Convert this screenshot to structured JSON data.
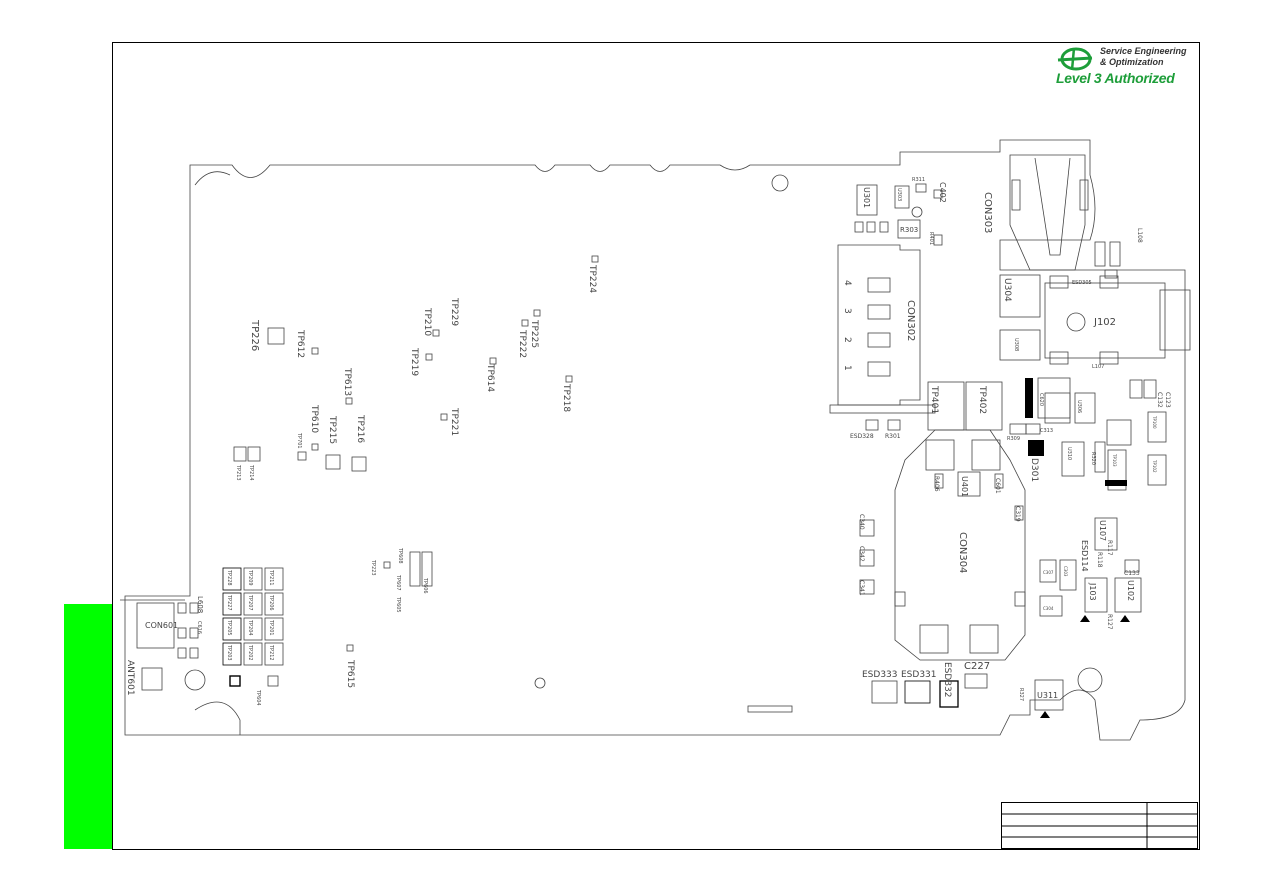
{
  "logo": {
    "line1": "Service Engineering",
    "line2": "& Optimization",
    "line3": "Level 3 Authorized",
    "color": "#1e9e3a"
  },
  "accent_color": "#00ff00",
  "labels": {
    "con601": "CON601",
    "ant601": "ANT601",
    "l608": "L608",
    "c616": "C616",
    "tp226": "TP226",
    "tp612": "TP612",
    "tp210": "TP210",
    "tp229": "TP229",
    "tp219": "TP219",
    "tp225": "TP225",
    "tp222": "TP222",
    "tp224": "TP224",
    "tp614": "TP614",
    "tp218": "TP218",
    "tp221": "TP221",
    "tp613": "TP613",
    "tp216": "TP216",
    "tp610": "TP610",
    "tp215": "TP215",
    "tp701": "TP701",
    "tp214": "TP214",
    "tp213": "TP213",
    "tp223": "TP223",
    "tp608": "TP608",
    "tp606": "TP606",
    "tp607": "TP607",
    "tp605": "TP605",
    "tp615": "TP615",
    "tp604": "TP604",
    "tp211": "TP211",
    "tp209": "TP209",
    "tp206": "TP206",
    "tp207": "TP207",
    "tp202": "TP202",
    "tp201": "TP201",
    "tp204": "TP204",
    "tp205": "TP205",
    "tp212": "TP212",
    "tp203": "TP203",
    "tp227": "TP227",
    "tp228": "TP228",
    "tp401": "TP401",
    "tp402": "TP402",
    "con302": "CON302",
    "con302_pins": [
      "4",
      "3",
      "2",
      "1"
    ],
    "con303": "CON303",
    "con304": "CON304",
    "j102": "J102",
    "j103": "J103",
    "u301": "U301",
    "u303": "U303",
    "u304": "U304",
    "u308": "U308",
    "u310": "U310",
    "u311": "U311",
    "u107": "U107",
    "u102": "U102",
    "u401": "U401",
    "u306": "U306",
    "d301": "D301",
    "r311": "R311",
    "c402": "C402",
    "r303": "R303",
    "r401": "R401",
    "r309": "R309",
    "r301": "R301",
    "r406": "R406",
    "r118": "R118",
    "r117": "R117",
    "r127": "R127",
    "r320": "R320",
    "r327": "R327",
    "c601": "C601",
    "c319": "C319",
    "c340": "C340",
    "c342": "C342",
    "c341": "C341",
    "c227": "C227",
    "c133": "C133",
    "c313": "C313",
    "c307": "C307",
    "c303": "C303",
    "c304": "C304",
    "c620": "C620",
    "esd328": "ESD328",
    "esd333": "ESD333",
    "esd331": "ESD331",
    "esd332": "ESD332",
    "esd114": "ESD114",
    "esd305": "ESD305",
    "tp100": "TP100",
    "tp102": "TP102",
    "tp103": "TP103",
    "c132": "C132",
    "c123": "C123",
    "l107": "L107",
    "l108": "L108"
  }
}
